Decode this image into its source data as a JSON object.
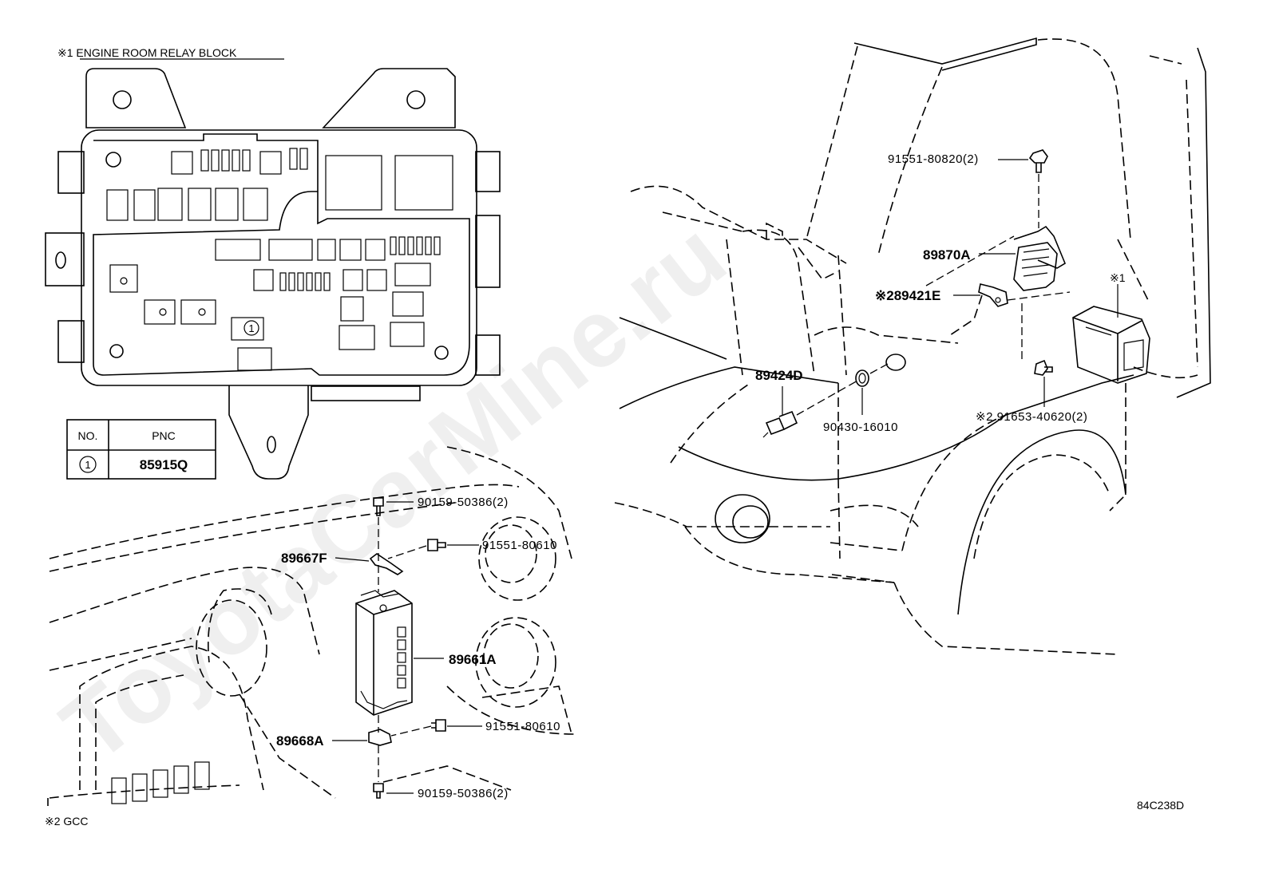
{
  "relay_block": {
    "title": "※1 ENGINE ROOM RELAY BLOCK",
    "marker": "1",
    "table": {
      "headers": [
        "NO.",
        "PNC"
      ],
      "rows": [
        {
          "no": "1",
          "pnc": "85915Q"
        }
      ]
    }
  },
  "dashboard_parts": {
    "screw_top": "90159-50386(2)",
    "bolt_upper": "91551-80610",
    "bracket_upper": "89667F",
    "module": "89661A",
    "bracket_lower": "89668A",
    "bolt_lower": "91551-80610",
    "screw_bottom": "90159-50386(2)"
  },
  "engine_parts": {
    "bolt_top": "91551-80820(2)",
    "ecu": "89870A",
    "bracket": "※289421E",
    "note1": "※1",
    "sensor": "89424D",
    "gasket": "90430-16010",
    "bolt_side": "※2 91653-40620(2)"
  },
  "footnote": "※2 GCC",
  "figure_code": "84C238D",
  "watermark": "ToyotaCarMine.ru"
}
